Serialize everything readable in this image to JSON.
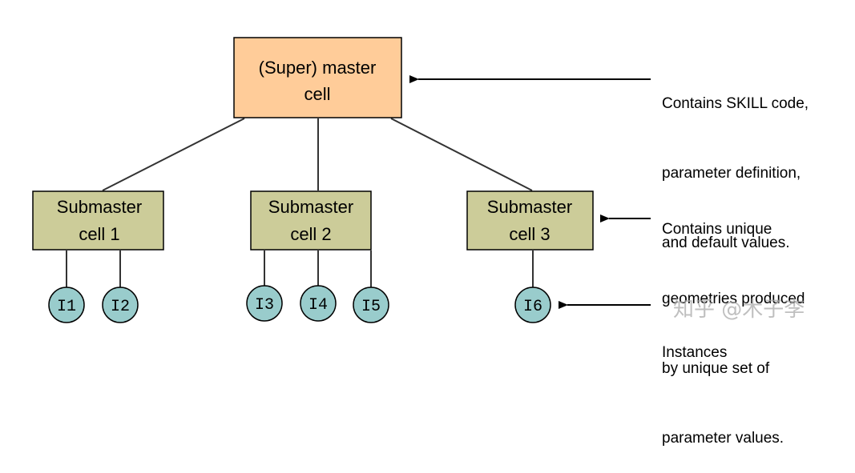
{
  "colors": {
    "master_fill": "#FFCC99",
    "submaster_fill": "#CCCC99",
    "instance_fill": "#99CCCC",
    "stroke": "#000000",
    "connector": "#333333"
  },
  "master": {
    "line1": "(Super) master",
    "line2": "cell"
  },
  "submasters": [
    {
      "line1": "Submaster",
      "line2": "cell 1"
    },
    {
      "line1": "Submaster",
      "line2": "cell 2"
    },
    {
      "line1": "Submaster",
      "line2": "cell 3"
    }
  ],
  "instances": [
    "I1",
    "I2",
    "I3",
    "I4",
    "I5",
    "I6"
  ],
  "notes": {
    "master": [
      "Contains SKILL code,",
      "parameter definition,",
      "and default values."
    ],
    "submaster": [
      "Contains unique",
      "geometries produced",
      "by unique set of",
      "parameter values."
    ],
    "instances": "Instances"
  },
  "watermark": "知乎 @木子李"
}
